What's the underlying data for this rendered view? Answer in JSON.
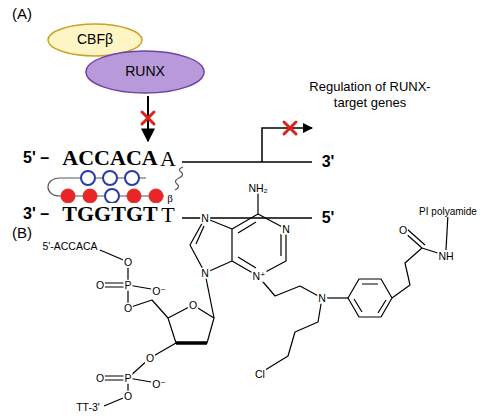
{
  "diagram": {
    "nodes": [
      {
        "text": [
          "CBFβ"
        ]
      },
      {
        "text": [
          "RUNX"
        ]
      }
    ],
    "labels": [
      "(A)",
      "Regulation of RUNX-target genes",
      "5' –",
      "ACCACA",
      "A",
      "3'",
      "β",
      "3' –",
      "TGGTGT",
      "T",
      "5'",
      "(B)",
      "NH₂",
      "N",
      "N",
      "N⁺",
      "N",
      "5'-ACCACA",
      "O",
      "O",
      "P",
      "O⁻",
      "O",
      "O",
      "O",
      "O",
      "P",
      "O⁻",
      "O",
      "TT-3'",
      "N",
      "Cl",
      "O",
      "NH",
      "PI polyamide"
    ]
  }
}
